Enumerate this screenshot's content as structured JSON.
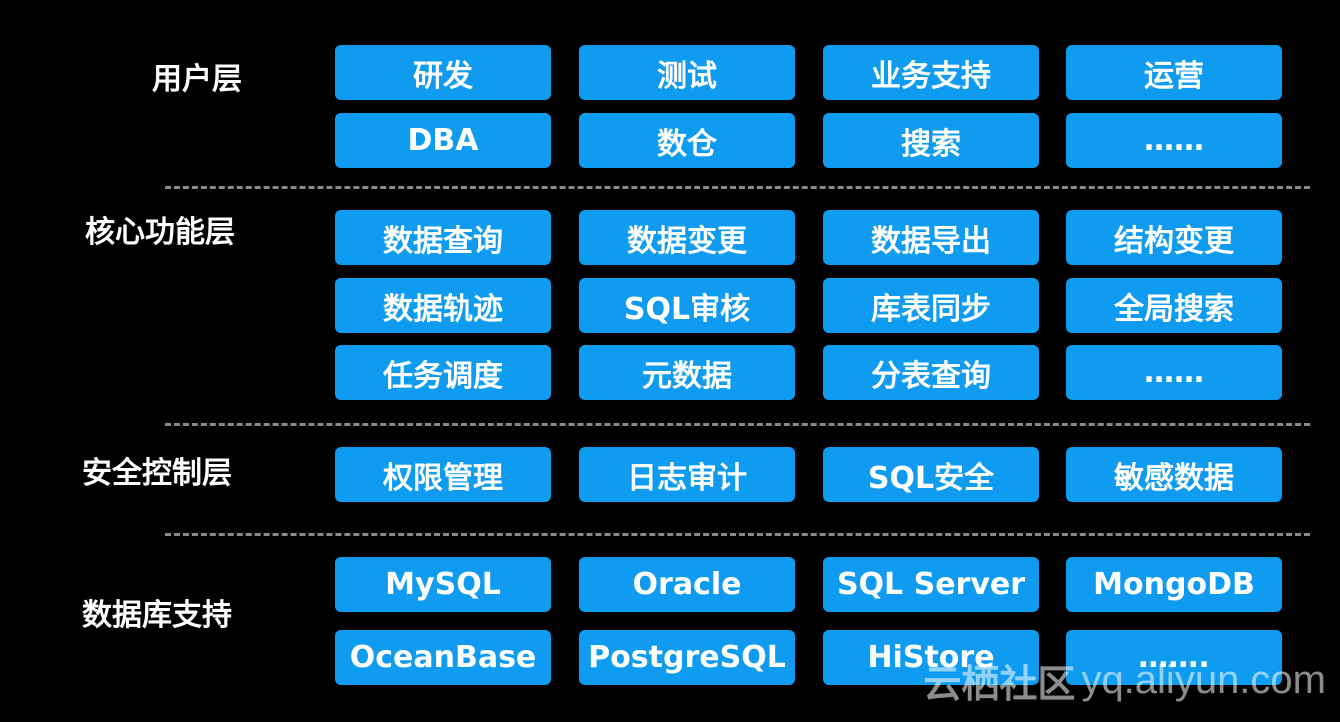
{
  "layers": [
    {
      "label": "用户层",
      "rows": [
        [
          "研发",
          "测试",
          "业务支持",
          "运营"
        ],
        [
          "DBA",
          "数仓",
          "搜索",
          "……"
        ]
      ]
    },
    {
      "label": "核心功能层",
      "rows": [
        [
          "数据查询",
          "数据变更",
          "数据导出",
          "结构变更"
        ],
        [
          "数据轨迹",
          "SQL审核",
          "库表同步",
          "全局搜索"
        ],
        [
          "任务调度",
          "元数据",
          "分表查询",
          "……"
        ]
      ]
    },
    {
      "label": "安全控制层",
      "rows": [
        [
          "权限管理",
          "日志审计",
          "SQL安全",
          "敏感数据"
        ]
      ]
    },
    {
      "label": "数据库支持",
      "rows": [
        [
          "MySQL",
          "Oracle",
          "SQL Server",
          "MongoDB"
        ],
        [
          "OceanBase",
          "PostgreSQL",
          "HiStore",
          "……."
        ]
      ]
    }
  ],
  "watermark": {
    "cn": "云栖社区",
    "en": "yq.aliyun.com"
  },
  "colors": {
    "box": "#0e9bf0",
    "background": "#000000",
    "separator": "#8a8a8a"
  }
}
